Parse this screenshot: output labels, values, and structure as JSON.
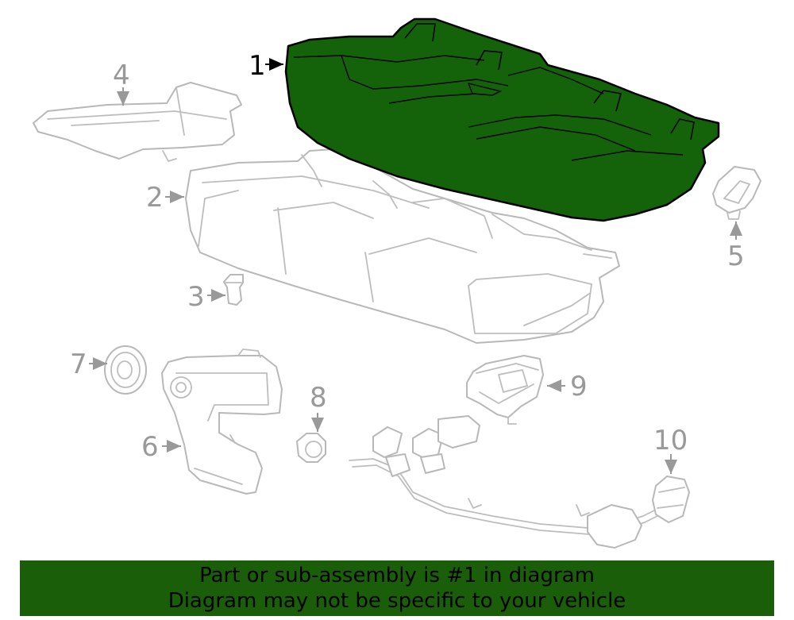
{
  "callouts": {
    "c1": "1",
    "c2": "2",
    "c3": "3",
    "c4": "4",
    "c5": "5",
    "c6": "6",
    "c7": "7",
    "c8": "8",
    "c9": "9",
    "c10": "10"
  },
  "banner": {
    "line1": "Part or sub-assembly is #1 in diagram",
    "line2": "Diagram may not be specific to your vehicle"
  },
  "colors": {
    "highlight_fill": "#146209",
    "banner_bg": "#1b5e0a",
    "callout_gray": "#999999",
    "part_outline": "#b8b8b8"
  }
}
